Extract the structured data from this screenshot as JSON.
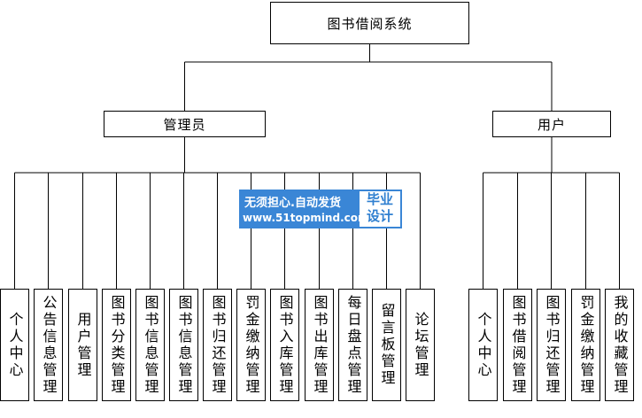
{
  "root": {
    "label": "图书借阅系统"
  },
  "branches": [
    {
      "label": "管理员",
      "children": [
        "个人中心",
        "公告信息管理",
        "用户管理",
        "图书分类管理",
        "图书信息管理",
        "图书信息管理",
        "图书归还管理",
        "罚金缴纳管理",
        "图书入库管理",
        "图书出库管理",
        "每日盘点管理",
        "留言板管理",
        "论坛管理"
      ]
    },
    {
      "label": "用户",
      "children": [
        "个人中心",
        "图书借阅管理",
        "图书归还管理",
        "罚金缴纳管理",
        "我的收藏管理"
      ]
    }
  ],
  "watermark": {
    "line1": "无须担心.自动发货",
    "line2": "www.51topmind.com",
    "badge_line1": "毕业",
    "badge_line2": "设计",
    "color": "#3a86d6"
  }
}
